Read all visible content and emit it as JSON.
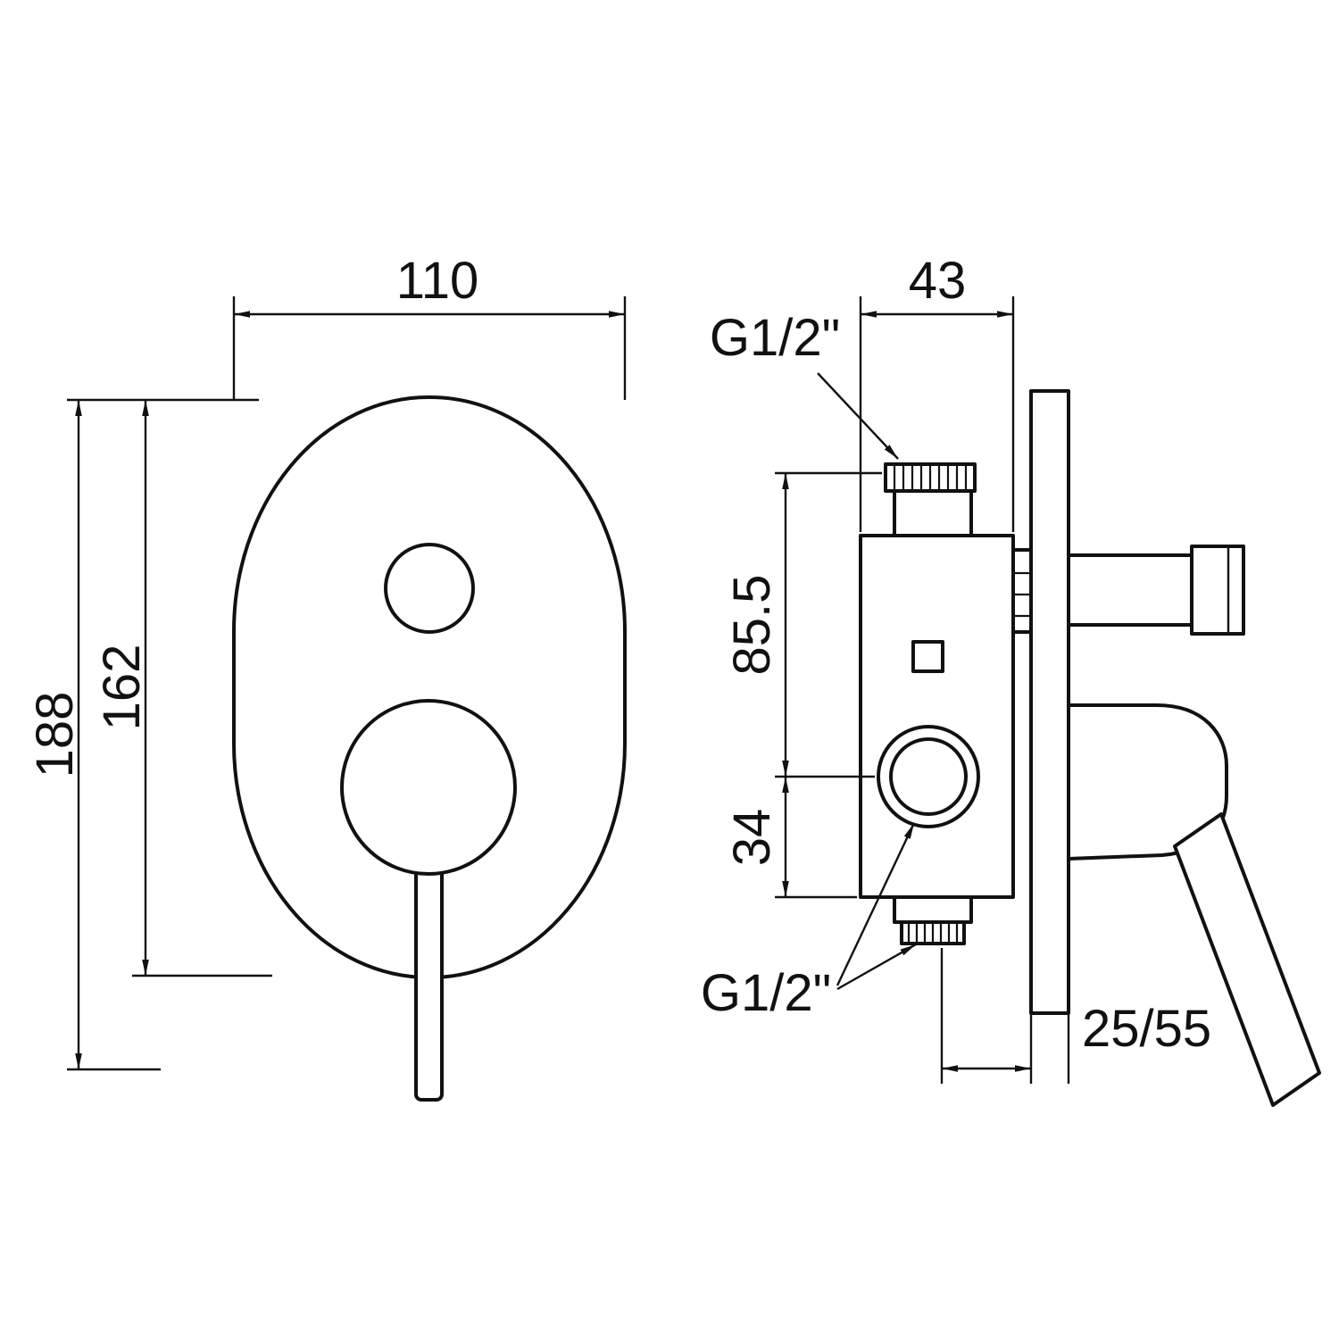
{
  "colors": {
    "line": "#111111",
    "background": "#ffffff"
  },
  "front_view": {
    "dim_width": "110",
    "dim_plate_height": "162",
    "dim_total_height": "188"
  },
  "side_view": {
    "dim_body_depth": "43",
    "dim_inlet_to_outlet": "85.5",
    "dim_outlet_to_bottom": "34",
    "label_top_connection": "G1/2\"",
    "label_bottom_connection": "G1/2\"",
    "dim_mounting_depth_range": "25/55"
  }
}
